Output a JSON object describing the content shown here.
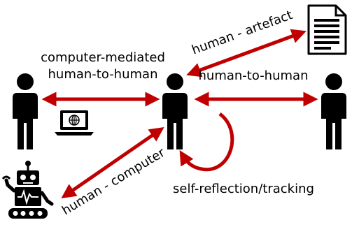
{
  "labels": {
    "computer_mediated_line1": "computer-mediated",
    "computer_mediated_line2": "human-to-human",
    "human_to_human": "human-to-human",
    "human_artefact": "human - artefact",
    "human_computer": "human - computer",
    "self_reflection": "self-reflection/tracking"
  },
  "icons": {
    "person": "person-icon",
    "laptop": "laptop-icon",
    "document": "document-icon",
    "robot": "robot-icon"
  },
  "colors": {
    "arrow": "#c00000",
    "figure": "#000000"
  }
}
